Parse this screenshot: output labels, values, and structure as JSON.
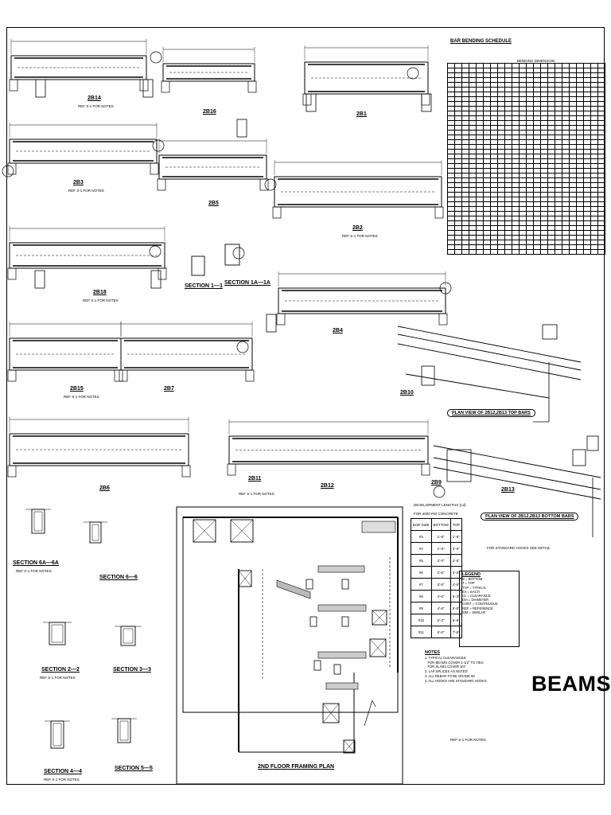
{
  "sheet": {
    "title": "BEAMS",
    "schedule_title": "BAR BENDING SCHEDULE",
    "schedule_header": "BENDING DIMENSION"
  },
  "beams": [
    {
      "id": "2B14",
      "label": "2B14"
    },
    {
      "id": "2B16",
      "label": "2B16"
    },
    {
      "id": "2B1",
      "label": "2B1"
    },
    {
      "id": "2B3",
      "label": "2B3"
    },
    {
      "id": "2B5",
      "label": "2B5"
    },
    {
      "id": "2B2",
      "label": "2B2"
    },
    {
      "id": "2B18",
      "label": "2B18"
    },
    {
      "id": "2B4",
      "label": "2B4"
    },
    {
      "id": "2B15",
      "label": "2B15"
    },
    {
      "id": "2B7",
      "label": "2B7"
    },
    {
      "id": "2B10",
      "label": "2B10"
    },
    {
      "id": "2B6",
      "label": "2B6"
    },
    {
      "id": "2B11",
      "label": "2B11"
    },
    {
      "id": "2B12",
      "label": "2B12"
    },
    {
      "id": "2B9",
      "label": "2B9"
    },
    {
      "id": "2B13",
      "label": "2B13"
    }
  ],
  "sections": [
    {
      "id": "sec-1",
      "label": "SECTION 1—1"
    },
    {
      "id": "sec-1a",
      "label": "SECTION 1A—1A"
    },
    {
      "id": "sec-6a",
      "label": "SECTION 6A—6A"
    },
    {
      "id": "sec-6",
      "label": "SECTION 6—6"
    },
    {
      "id": "sec-2",
      "label": "SECTION 2—2"
    },
    {
      "id": "sec-3",
      "label": "SECTION 3—3"
    },
    {
      "id": "sec-4",
      "label": "SECTION 4—4"
    },
    {
      "id": "sec-5",
      "label": "SECTION 5—5"
    }
  ],
  "plans": {
    "top_bars": "PLAN VIEW OF 2B12,2B13 TOP BARS",
    "bottom_bars": "PLAN VIEW OF 2B12,2B13 BOTTOM BARS",
    "floor_plan": "2ND FLOOR FRAMING PLAN"
  },
  "table": {
    "title_line1": "DEVELOPMENT LENGTHS (Ld)",
    "title_line2": "FOR 4000 PSI CONCRETE",
    "headers": [
      "BAR SIZE",
      "BOTTOM",
      "TOP"
    ],
    "rows": [
      [
        "#3",
        "1'-6\"",
        "1'-9\""
      ],
      [
        "#4",
        "1'-9\"",
        "2'-0\""
      ],
      [
        "#5",
        "2'-0\"",
        "2'-6\""
      ],
      [
        "#6",
        "2'-6\"",
        "3'-3\""
      ],
      [
        "#7",
        "3'-6\"",
        "4'-6\""
      ],
      [
        "#8",
        "4'-0\"",
        "5'-3\""
      ],
      [
        "#9",
        "4'-6\"",
        "6'-0\""
      ],
      [
        "#10",
        "5'-3\"",
        "6'-9\""
      ],
      [
        "#11",
        "6'-0\"",
        "7'-6\""
      ]
    ]
  },
  "legend": {
    "title": "LEGEND",
    "items": [
      "B = BOTTOM",
      "T = TOP",
      "TYP = TYPICAL",
      "EA = EACH",
      "CL = CLEARANCE",
      "DIA = DIAMETER",
      "CONT = CONTINUOUS",
      "REF = REFERENCE",
      "SIM = SIMILAR"
    ]
  },
  "notes": {
    "title": "NOTES",
    "items": [
      "1. TYPICAL CLEARANCES",
      "   FOR BEAMS COVER 1-1/2\" TO TIES",
      "   FOR SLABS COVER 3/4\"",
      "2. LAP SPLICES AS NOTED",
      "3. ALL REBAR TO BE GRADE 60",
      "4. ALL HOOKS ARE STANDARD HOOKS"
    ]
  },
  "misc": {
    "scale_note": "REF S-1 FOR NOTES",
    "frame_note": "FOR STANDARD HOOKS SEE DETAIL"
  }
}
